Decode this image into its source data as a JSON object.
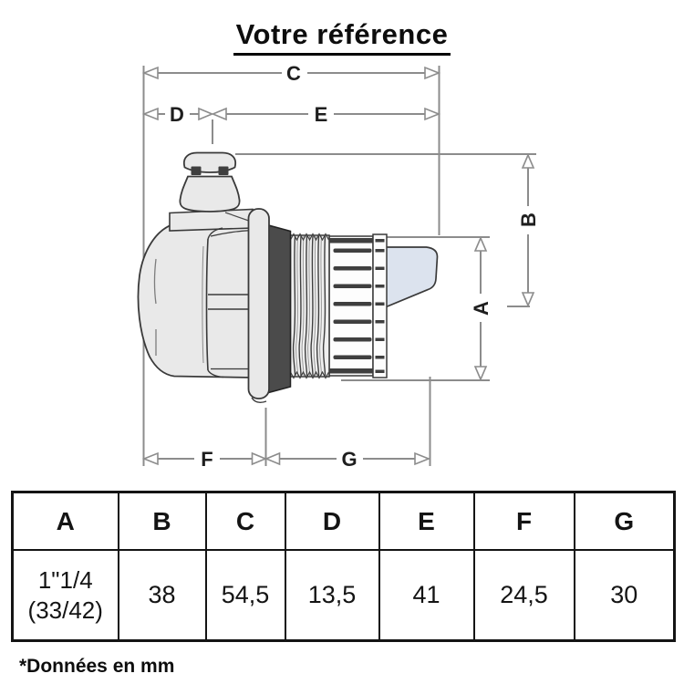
{
  "title": "Votre référence",
  "drawing": {
    "labels": {
      "a": "A",
      "b": "B",
      "c": "C",
      "d": "D",
      "e": "E",
      "f": "F",
      "g": "G"
    }
  },
  "table": {
    "headers": [
      "A",
      "B",
      "C",
      "D",
      "E",
      "F",
      "G"
    ],
    "row": {
      "a_line1": "1\"1/4",
      "a_line2": "(33/42)",
      "b": "38",
      "c": "54,5",
      "d": "13,5",
      "e": "41",
      "f": "24,5",
      "g": "30"
    }
  },
  "footnote": "*Données en mm",
  "colors": {
    "dimension_gray": "#8c8c8c",
    "outline": "#3a3a3a",
    "body_fill": "#e9e9e9",
    "flange_dark": "#4b4b4b",
    "clip_blue": "#dce3ee"
  }
}
